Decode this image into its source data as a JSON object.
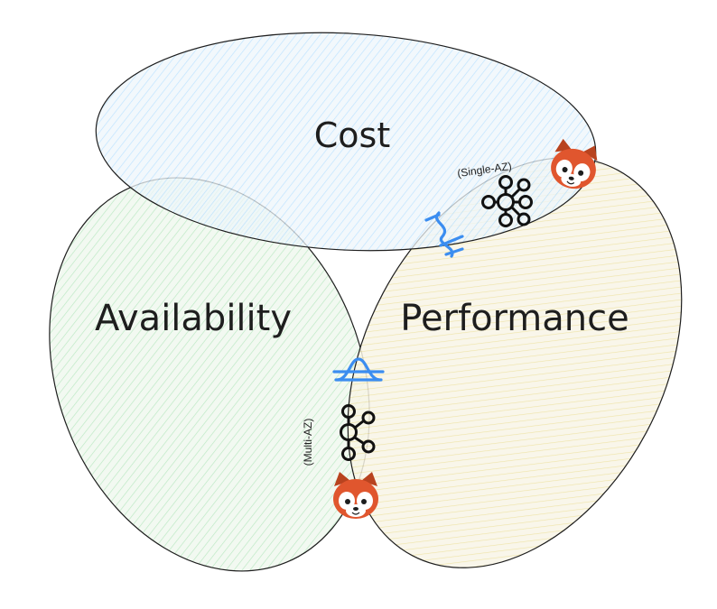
{
  "diagram": {
    "sets": [
      {
        "id": "cost",
        "label": "Cost"
      },
      {
        "id": "availability",
        "label": "Availability"
      },
      {
        "id": "performance",
        "label": "Performance"
      }
    ],
    "annotations": {
      "single_az": "(Single-AZ)",
      "multi_az": "(Multi-AZ)"
    },
    "icons": {
      "kafka": "kafka-logo-icon",
      "redpanda": "red-panda-mascot-icon",
      "single_az_link": "striped-link-icon",
      "multi_az_link": "bell-curve-link-icon"
    },
    "colors": {
      "outline": "#1e1e1e",
      "cost_fill": "#a5d8ff",
      "availability_fill": "#b2f2bb",
      "performance_fill": "#ffec99",
      "link_blue": "#3b8df0",
      "panda_red": "#e0562e",
      "kafka_black": "#111111"
    }
  }
}
